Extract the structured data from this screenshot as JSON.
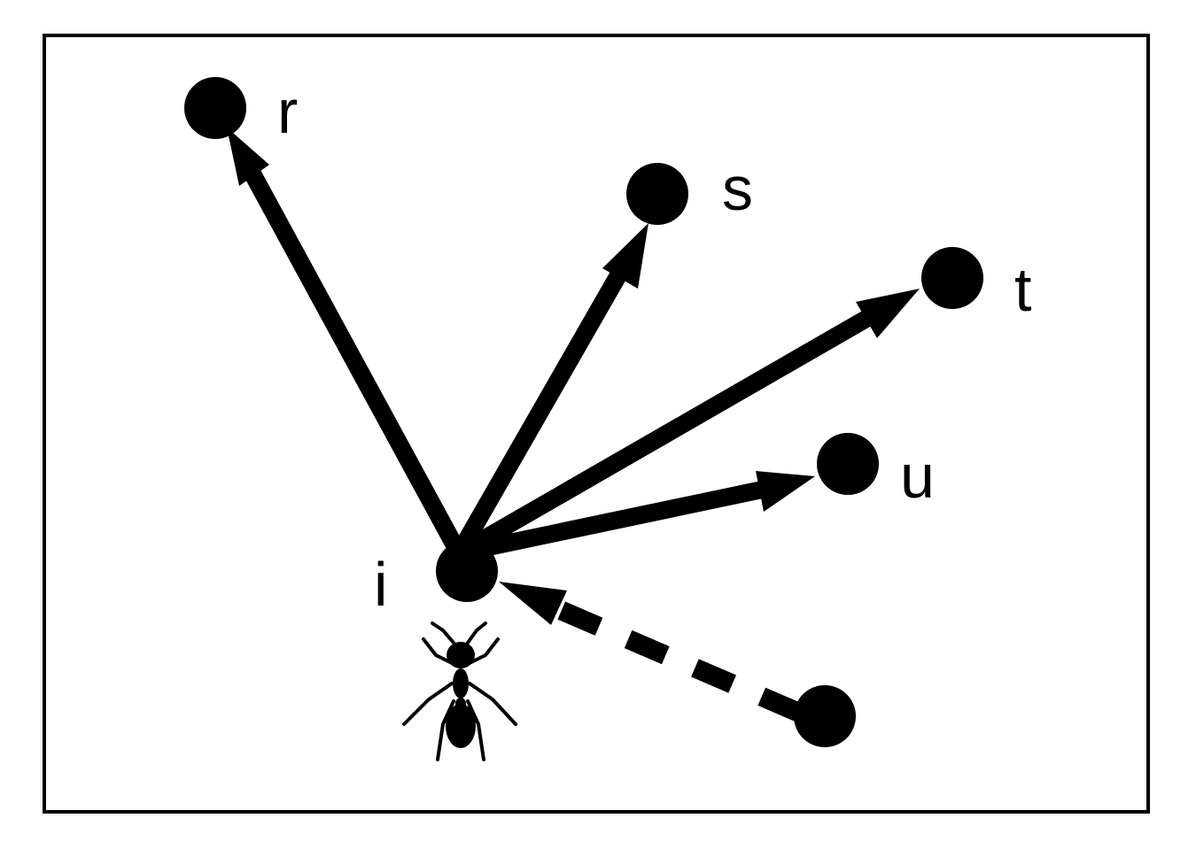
{
  "colors": {
    "ink": "#000000",
    "background": "#ffffff"
  },
  "nodes": {
    "i": {
      "label": "i"
    },
    "r": {
      "label": "r"
    },
    "s": {
      "label": "s"
    },
    "t": {
      "label": "t"
    },
    "u": {
      "label": "u"
    },
    "prev": {
      "label": ""
    }
  },
  "edges": [
    {
      "from": "i",
      "to": "r",
      "style": "solid"
    },
    {
      "from": "i",
      "to": "s",
      "style": "solid"
    },
    {
      "from": "i",
      "to": "t",
      "style": "solid"
    },
    {
      "from": "i",
      "to": "u",
      "style": "solid"
    },
    {
      "from": "prev",
      "to": "i",
      "style": "dashed"
    }
  ],
  "icons": {
    "agent": "ant-icon"
  }
}
